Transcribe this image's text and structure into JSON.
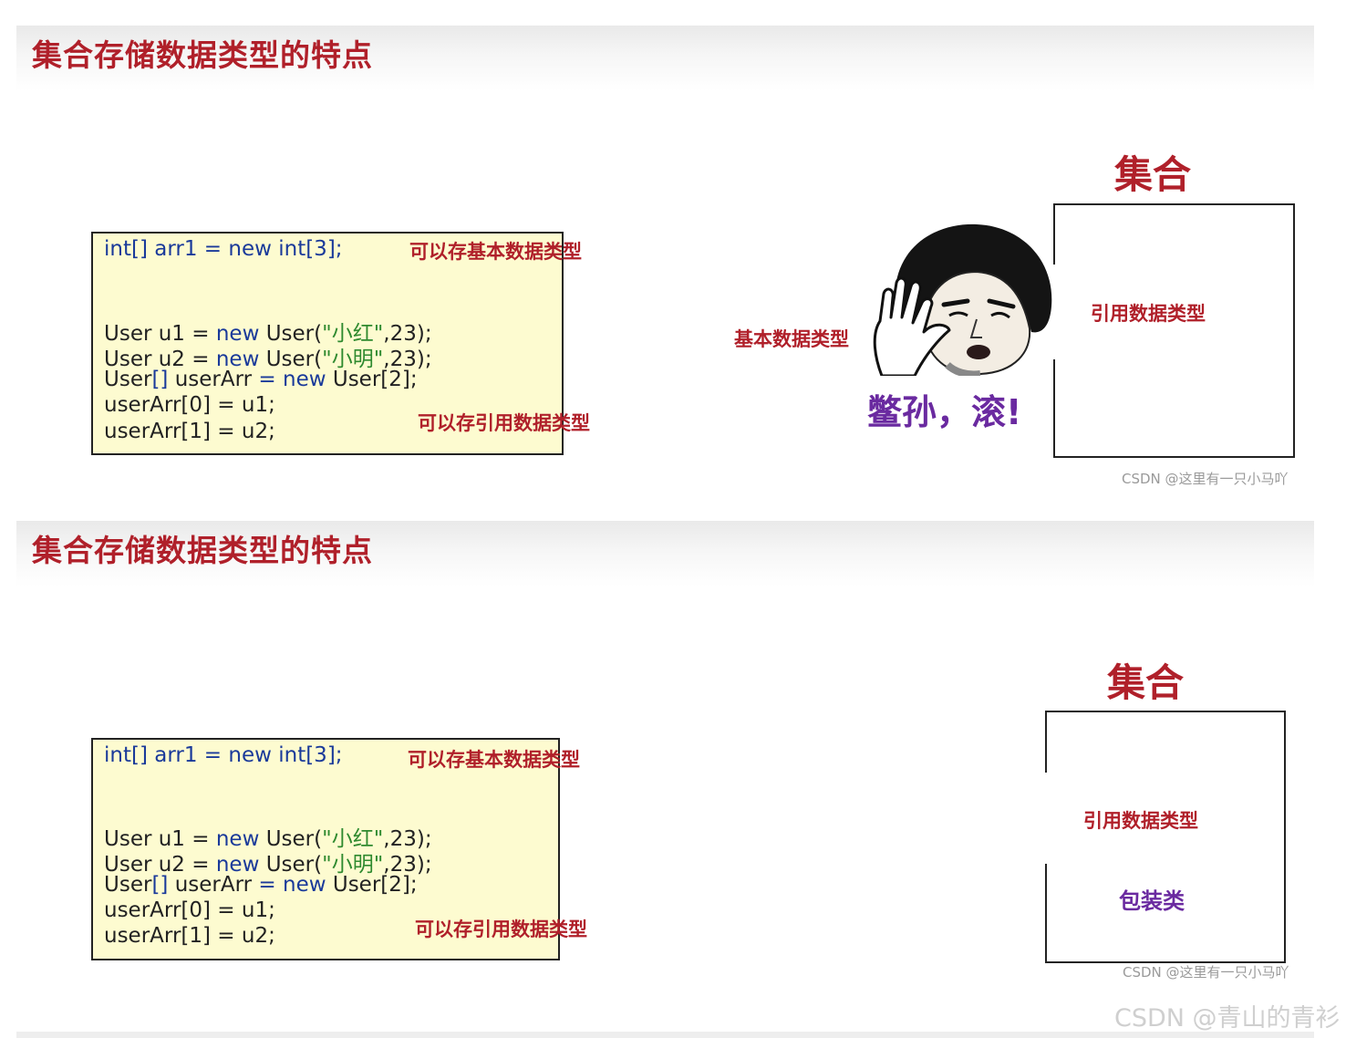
{
  "slide1": {
    "title": "集合存储数据类型的特点",
    "code": {
      "line1": "int[] arr1 = new int[3];",
      "line2": {
        "t1": "User u1 = ",
        "kw": "new",
        "t2": " User(",
        "str": "\"小红\"",
        "t3": ",23);"
      },
      "line3": {
        "t1": "User u2 = ",
        "kw": "new",
        "t2": " User(",
        "str": "\"小明\"",
        "t3": ",23);"
      },
      "line4": {
        "t1": "User",
        "kw1": "[]",
        "t2": " userArr ",
        "kw2": "= new",
        "t3": " User[2];"
      },
      "line5": "userArr[0] = u1;",
      "line6": "userArr[1] = u2;"
    },
    "note_basic": "可以存基本数据类型",
    "note_ref": "可以存引用数据类型",
    "collection_title": "集合",
    "box_label_ref": "引用数据类型",
    "basic_type_label": "基本数据类型",
    "meme_caption": "鳖孙，滚!",
    "watermark": "CSDN @这里有一只小马吖"
  },
  "slide2": {
    "title": "集合存储数据类型的特点",
    "code": {
      "line1": "int[] arr1 = new int[3];",
      "line2": {
        "t1": "User u1 = ",
        "kw": "new",
        "t2": " User(",
        "str": "\"小红\"",
        "t3": ",23);"
      },
      "line3": {
        "t1": "User u2 = ",
        "kw": "new",
        "t2": " User(",
        "str": "\"小明\"",
        "t3": ",23);"
      },
      "line4": {
        "t1": "User",
        "kw1": "[]",
        "t2": " userArr ",
        "kw2": "= new",
        "t3": " User[2];"
      },
      "line5": "userArr[0] = u1;",
      "line6": "userArr[1] = u2;"
    },
    "note_basic": "可以存基本数据类型",
    "note_ref": "可以存引用数据类型",
    "collection_title": "集合",
    "box_label_ref": "引用数据类型",
    "box_label_wrapper": "包装类",
    "watermark": "CSDN @这里有一只小马吖"
  },
  "page_watermark": "CSDN @青山的青衫",
  "colors": {
    "title_red": "#b0202a",
    "keyword_blue": "#1a3a9a",
    "string_green": "#2f8a2f",
    "accent_purple": "#6a2aa0",
    "code_bg": "#fdfbd0"
  },
  "icons": {
    "meme": "mushroom-head-guy-pushing-hand"
  }
}
